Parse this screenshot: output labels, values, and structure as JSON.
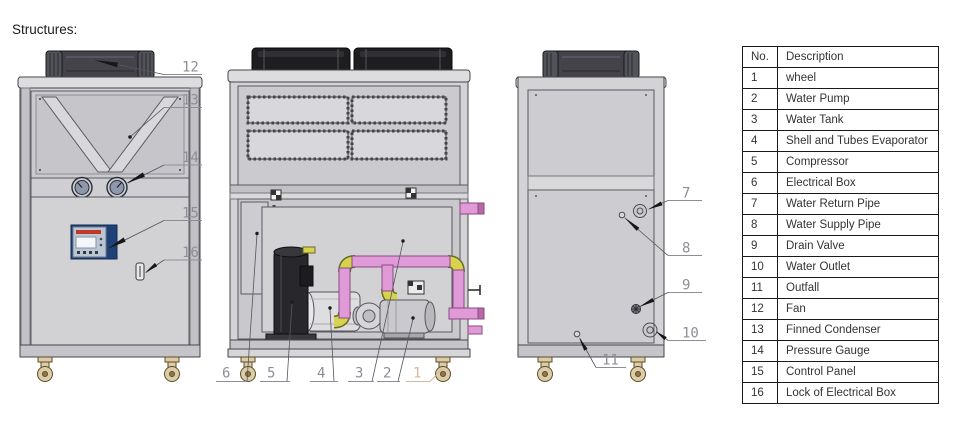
{
  "title": "Structures:",
  "table": {
    "headers": {
      "no": "No.",
      "description": "Description"
    },
    "rows": [
      {
        "no": "1",
        "description": "wheel"
      },
      {
        "no": "2",
        "description": "Water Pump"
      },
      {
        "no": "3",
        "description": "Water Tank"
      },
      {
        "no": "4",
        "description": "Shell and Tubes Evaporator"
      },
      {
        "no": "5",
        "description": "Compressor"
      },
      {
        "no": "6",
        "description": "Electrical Box"
      },
      {
        "no": "7",
        "description": "Water Return Pipe"
      },
      {
        "no": "8",
        "description": "Water Supply Pipe"
      },
      {
        "no": "9",
        "description": "Drain Valve"
      },
      {
        "no": "10",
        "description": "Water Outlet"
      },
      {
        "no": "11",
        "description": "Outfall"
      },
      {
        "no": "12",
        "description": "Fan"
      },
      {
        "no": "13",
        "description": "Finned Condenser"
      },
      {
        "no": "14",
        "description": "Pressure Gauge"
      },
      {
        "no": "15",
        "description": "Control Panel"
      },
      {
        "no": "16",
        "description": "Lock of Electrical Box"
      }
    ]
  },
  "callouts": {
    "n1": "1",
    "n2": "2",
    "n3": "3",
    "n4": "4",
    "n5": "5",
    "n6": "6",
    "n7": "7",
    "n8": "8",
    "n9": "9",
    "n10": "10",
    "n11": "11",
    "n12": "12",
    "n13": "13",
    "n14": "14",
    "n15": "15",
    "n16": "16"
  },
  "colors": {
    "cabinet_gray": "#d3d3d5",
    "recess_gray": "#c9c9cd",
    "fan_dark": "#2b2b2e",
    "pipe_pink": "#e09ad8",
    "pipe_yellow": "#d6d44e",
    "caster_tan": "#dccda8",
    "callout_gray": "#8d8d97",
    "callout_tan": "#d9b896",
    "control_panel_blue": "#1f4178",
    "control_panel_red": "#c03828"
  }
}
